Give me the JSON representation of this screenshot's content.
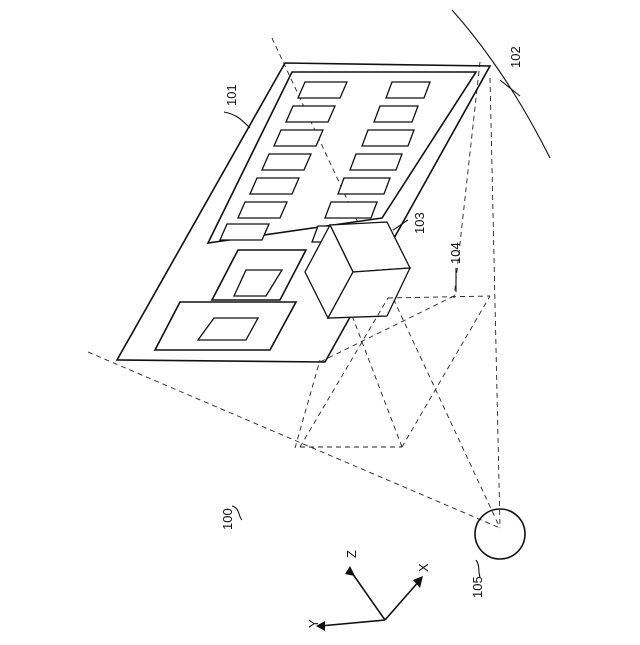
{
  "figure": {
    "labels": {
      "system": "100",
      "table": "101",
      "camera_view": "102",
      "cube": "103",
      "projection": "104",
      "sphere": "105"
    },
    "axes": {
      "x": "X",
      "y": "Y",
      "z": "Z"
    }
  }
}
